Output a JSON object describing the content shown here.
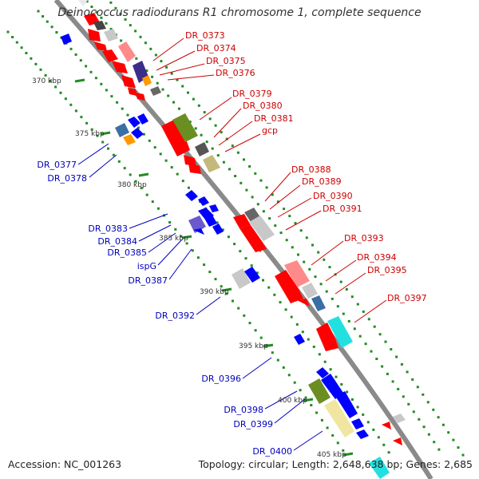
{
  "title": "Deinococcus radiodurans R1 chromosome 1, complete sequence",
  "footer": {
    "accession": "Accession: NC_001263",
    "topology": "Topology: circular; Length: 2,648,638 bp; Genes: 2,685"
  },
  "colors": {
    "backbone": "#8a8a8a",
    "forward_label": "#cc0000",
    "reverse_label": "#0000bb",
    "dots": "#228b22",
    "kbp": "#333333"
  },
  "kbp_labels": [
    "370 kbp",
    "375 kbp",
    "380 kbp",
    "385 kbp",
    "390 kbp",
    "395 kbp",
    "400 kbp",
    "405 kbp"
  ],
  "forward_genes": [
    "DR_0373",
    "DR_0374",
    "DR_0375",
    "DR_0376",
    "DR_0379",
    "DR_0380",
    "DR_0381",
    "gcp",
    "DR_0388",
    "DR_0389",
    "DR_0390",
    "DR_0391",
    "DR_0393",
    "DR_0394",
    "DR_0395",
    "DR_0397"
  ],
  "reverse_genes": [
    "DR_0377",
    "DR_0378",
    "DR_0383",
    "DR_0384",
    "DR_0385",
    "ispG",
    "DR_0387",
    "DR_0392",
    "DR_0396",
    "DR_0398",
    "DR_0399",
    "DR_0400"
  ]
}
